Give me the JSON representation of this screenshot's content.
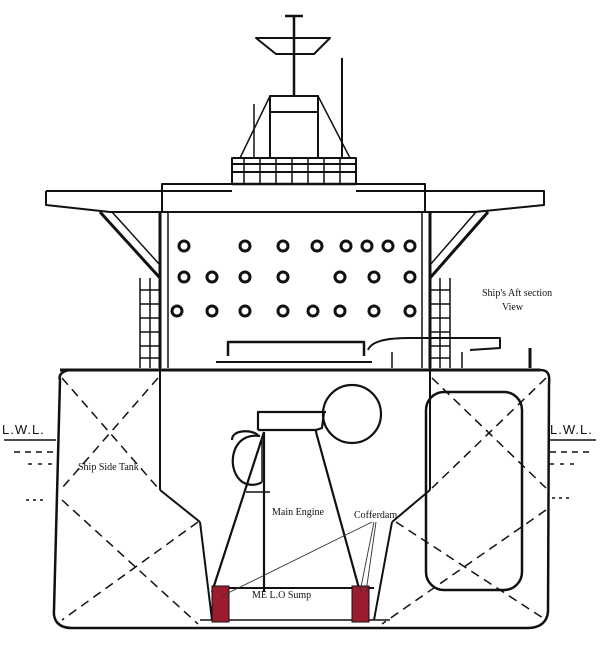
{
  "labels": {
    "lwl_left": "L.W.L.",
    "lwl_right": "L.W.L.",
    "view_title_line1": "Ship's Aft  section",
    "view_title_line2": "View",
    "side_tank": "Ship Side Tank",
    "main_engine": "Main Engine",
    "cofferdam": "Cofferdam",
    "sump": "ME L.O Sump"
  },
  "colors": {
    "line": "#111111",
    "cofferdam_fill": "#9b1b30",
    "background": "#ffffff"
  }
}
